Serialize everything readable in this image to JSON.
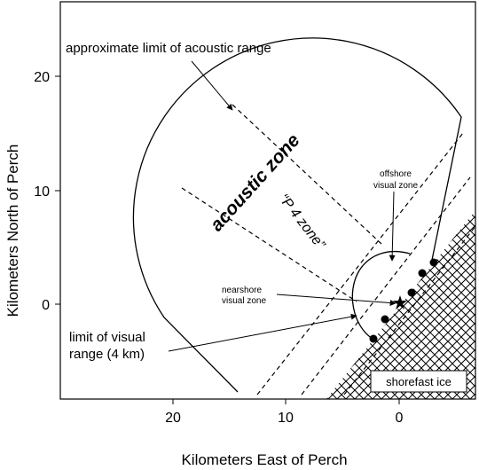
{
  "axes": {
    "xlabel": "Kilometers East of Perch",
    "ylabel": "Kilometers North of Perch",
    "x_ticks": [
      {
        "value": 20,
        "label": "20"
      },
      {
        "value": 10,
        "label": "10"
      },
      {
        "value": 0,
        "label": "0"
      }
    ],
    "y_ticks": [
      {
        "value": 20,
        "label": "20"
      },
      {
        "value": 10,
        "label": "10"
      },
      {
        "value": 0,
        "label": "0"
      }
    ]
  },
  "labels": {
    "acoustic_limit": "approximate limit of acoustic range",
    "acoustic_zone": "acoustic zone",
    "p4_zone": "“P 4 zone”",
    "offshore_line1": "offshore",
    "offshore_line2": "visual zone",
    "nearshore_line1": "nearshore",
    "nearshore_line2": "visual zone",
    "visual_limit_line1": "limit of visual",
    "visual_limit_line2": "range (4 km)",
    "shorefast_ice": "shorefast ice"
  },
  "colors": {
    "ink": "#000000",
    "background": "#ffffff"
  },
  "perch_points": 6
}
